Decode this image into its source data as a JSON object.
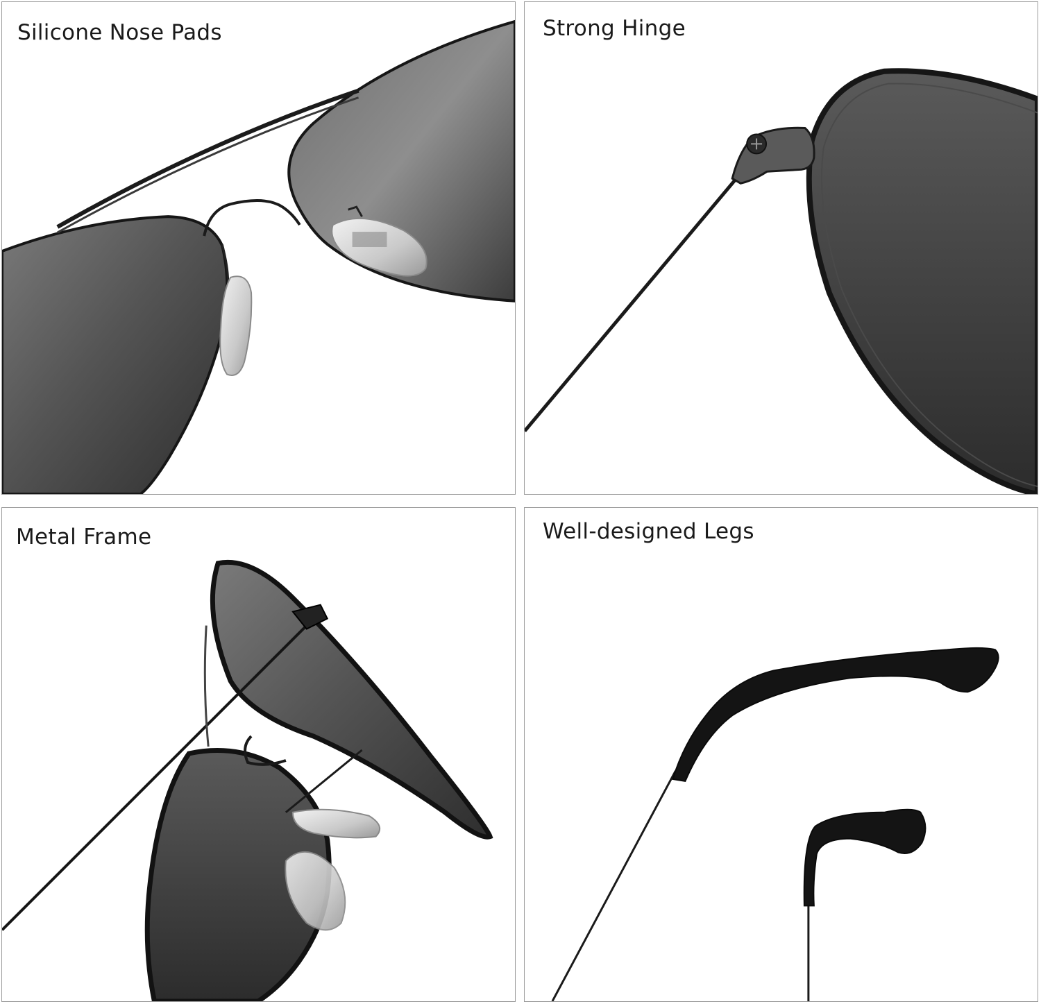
{
  "panels": [
    {
      "caption": "Silicone Nose Pads"
    },
    {
      "caption": "Strong Hinge"
    },
    {
      "caption": "Metal Frame"
    },
    {
      "caption": "Well-designed Legs"
    }
  ],
  "colors": {
    "lens_dark": "#3a3a3a",
    "lens_light": "#8a8a8a",
    "frame": "#151515",
    "border": "#9a9a9a"
  }
}
